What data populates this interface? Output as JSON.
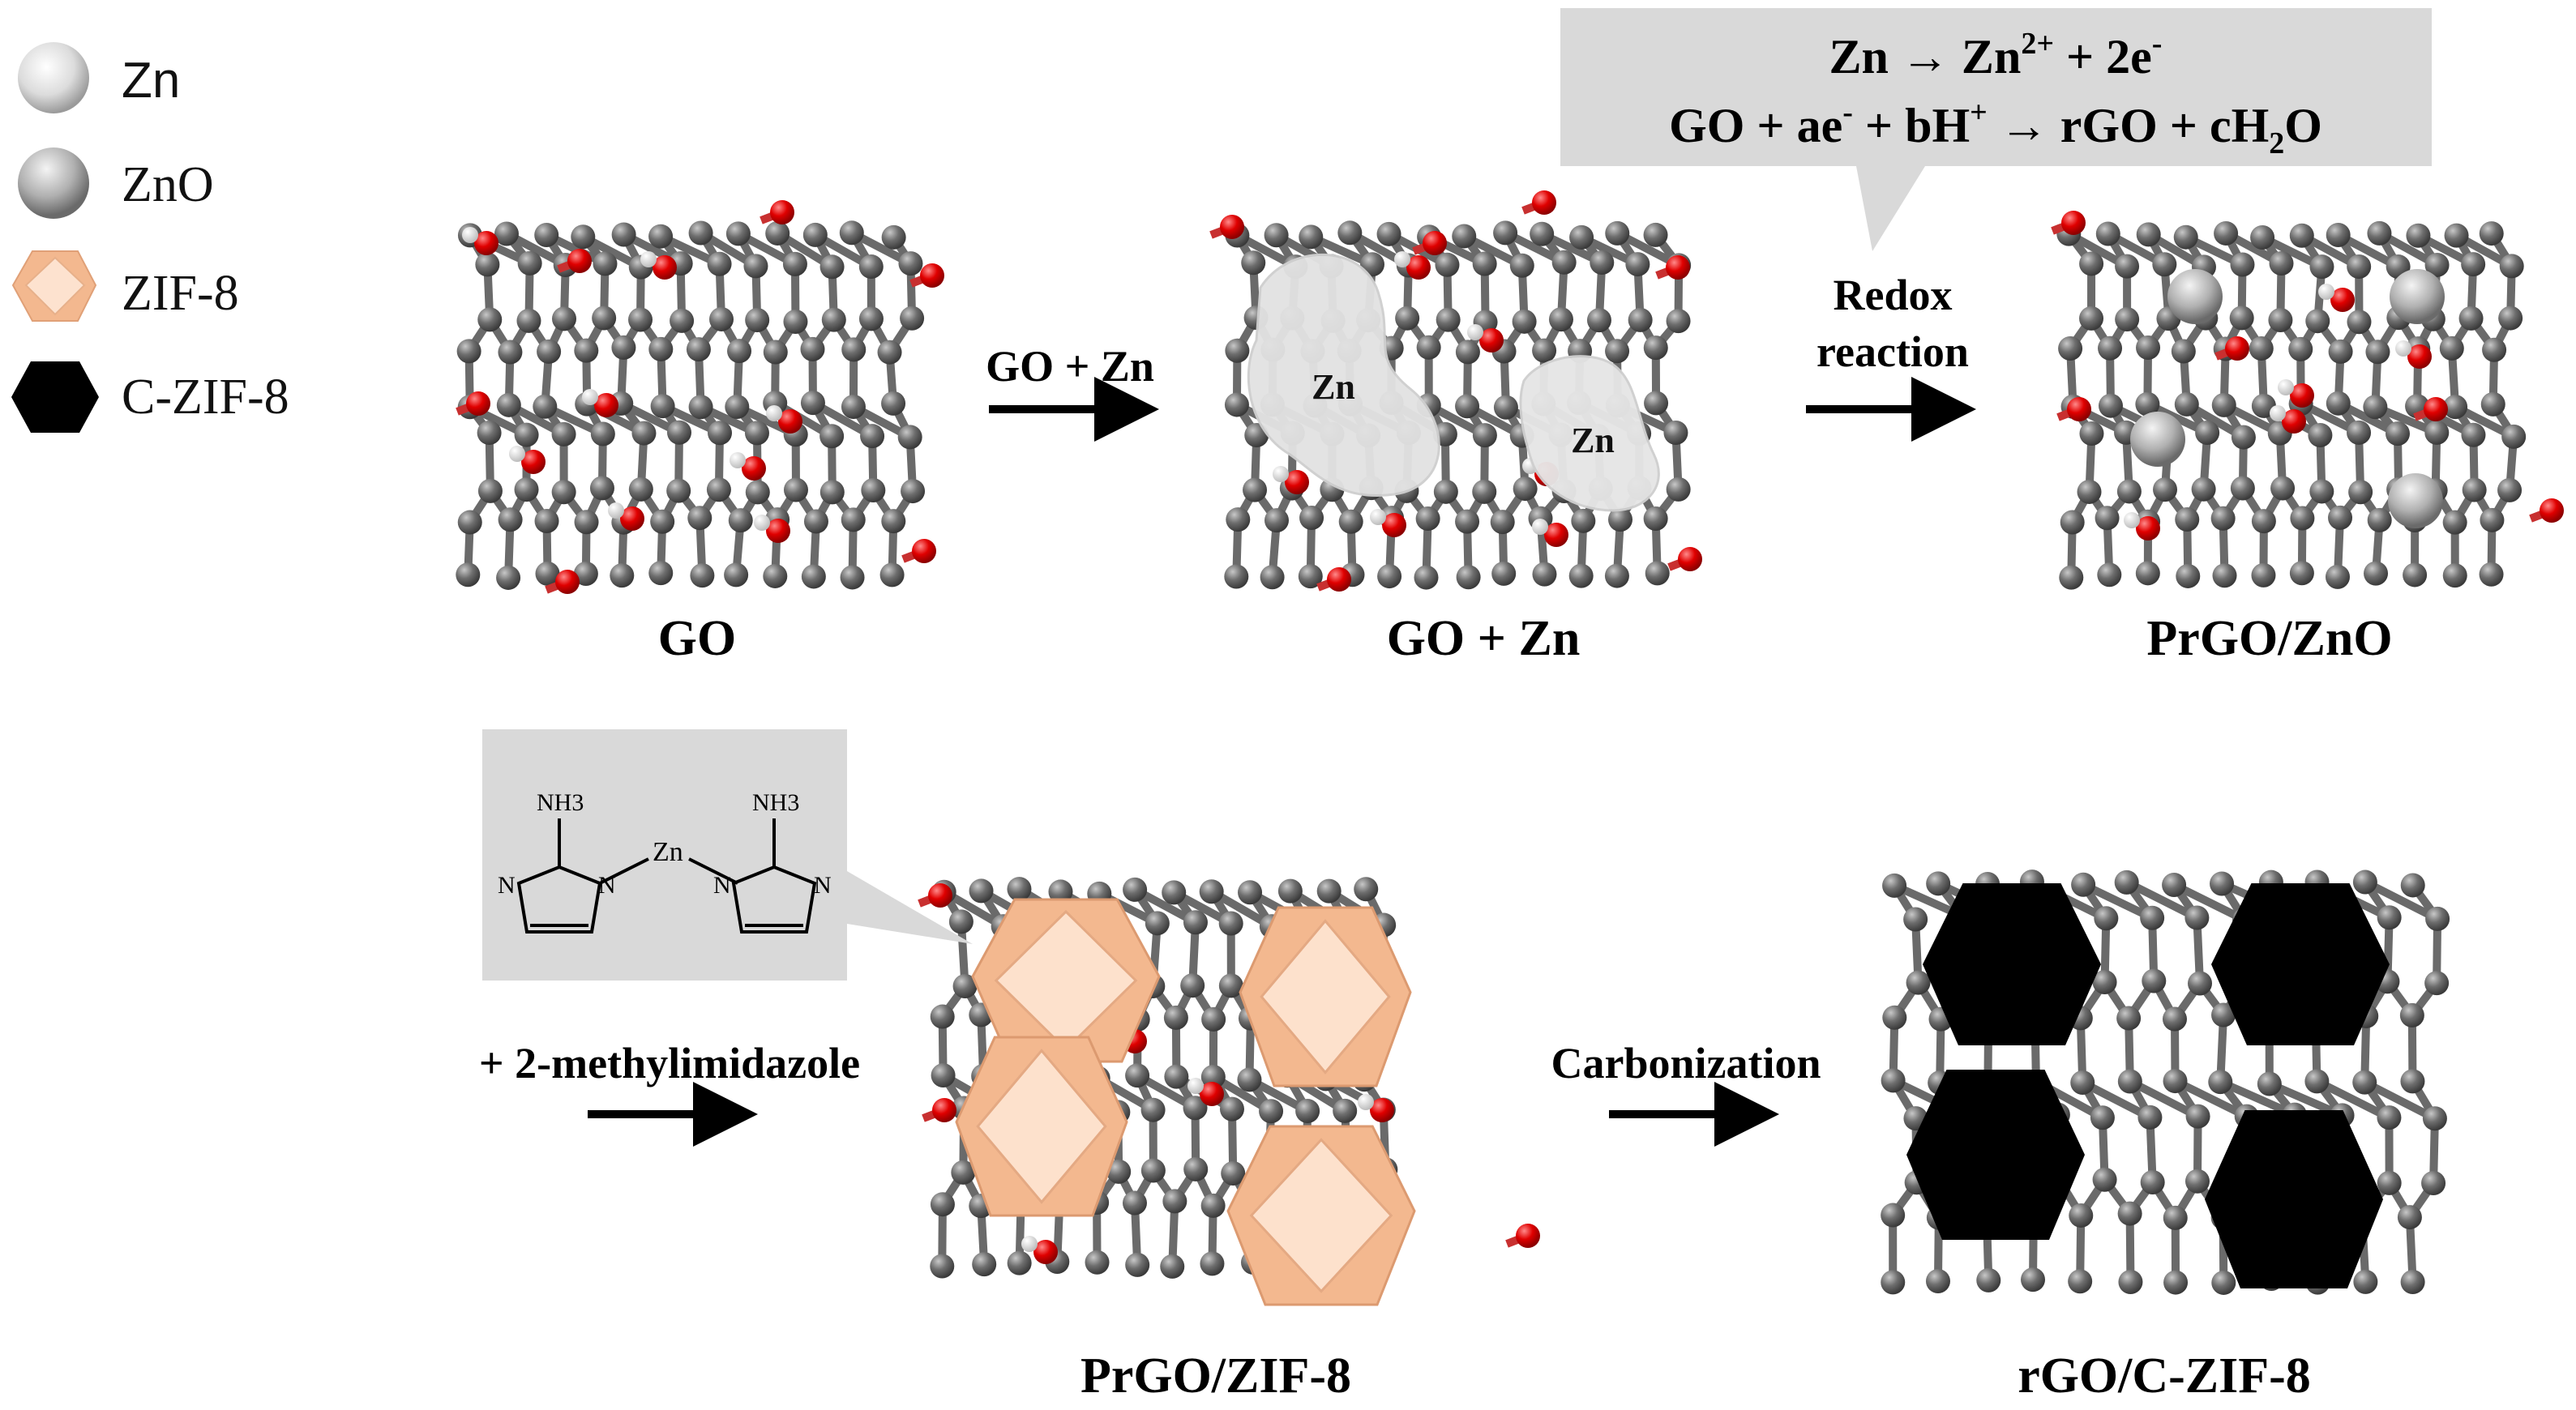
{
  "legend": [
    {
      "label": "Zn",
      "icon": "zn-sphere-icon"
    },
    {
      "label": "ZnO",
      "icon": "zno-sphere-icon"
    },
    {
      "label": "ZIF-8",
      "icon": "zif8-polyhedron-icon"
    },
    {
      "label": "C-ZIF-8",
      "icon": "c-zif8-polyhedron-icon"
    }
  ],
  "equations": {
    "line1": {
      "a": "Zn → Zn",
      "sup": "2+",
      "b": " + 2e",
      "sup2": "-"
    },
    "line2": {
      "a": "GO + ae",
      "sup1": "-",
      "b": " + bH",
      "sup2": "+",
      "c": " → rGO + cH",
      "sub": "2",
      "d": "O"
    }
  },
  "steps": {
    "s1": {
      "arrow_label": "GO + Zn"
    },
    "s2": {
      "arrow_label_1": "Redox",
      "arrow_label_2": "reaction"
    },
    "s3": {
      "arrow_label": "+ 2-methylimidazole"
    },
    "s4": {
      "arrow_label": "Carbonization"
    }
  },
  "structures": {
    "go": "GO",
    "go_zn": "GO + Zn",
    "prgo_zno": "PrGO/ZnO",
    "prgo_zif8": "PrGO/ZIF-8",
    "rgo_czif8": "rGO/C-ZIF-8"
  },
  "blob_labels": [
    "Zn",
    "Zn"
  ],
  "molecule": {
    "nh3_left": "NH3",
    "nh3_right": "NH3",
    "zn": "Zn",
    "n_left": "N",
    "n_left2": "N",
    "n_right": "N",
    "n_right2": "N"
  },
  "colors": {
    "carbon": "#5a5a5a",
    "oxygen": "#e00000",
    "hydrogen": "#f0f0f0",
    "zif8": "#f6c29f",
    "czif8": "#000000",
    "callout": "#d9d9d9"
  }
}
